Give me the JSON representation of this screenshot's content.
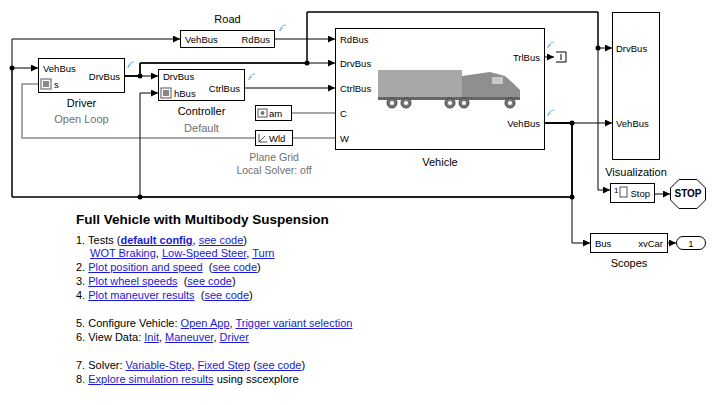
{
  "diagram": {
    "title": "Full Vehicle with Multibody Suspension",
    "nodes": [
      {
        "text": [
          "Road",
          "VehBus",
          "RdBus"
        ]
      },
      {
        "text": [
          "VehBus",
          "s",
          "DrvBus",
          "Driver",
          "Open Loop"
        ]
      },
      {
        "text": [
          "DrvBus",
          "hBus",
          "CtrlBus",
          "Controller",
          "Default"
        ]
      },
      {
        "text": [
          "am"
        ]
      },
      {
        "text": [
          "Wld",
          "Plane Grid",
          "Local Solver: off"
        ]
      },
      {
        "text": [
          "RdBus",
          "DrvBus",
          "CtrlBus",
          "C",
          "W",
          "TrlBus",
          "VehBus",
          "Vehicle"
        ]
      },
      {
        "text": [
          "DrvBus",
          "VehBus",
          "Visualization"
        ]
      },
      {
        "text": [
          "1",
          "Stop"
        ]
      },
      {
        "text": [
          "STOP"
        ]
      },
      {
        "text": [
          "Bus",
          "xvCar",
          "Scopes"
        ]
      },
      {
        "text": [
          "1"
        ]
      }
    ],
    "edges": [
      {
        "from": 1,
        "to": 2,
        "arrow": "to"
      },
      {
        "from": 1,
        "to": 5,
        "arrow": "to"
      },
      {
        "from": 1,
        "to": 6,
        "arrow": "to"
      },
      {
        "from": 1,
        "to": 7,
        "arrow": "to"
      },
      {
        "from": 0,
        "to": 5,
        "arrow": "to"
      },
      {
        "from": 2,
        "to": 5,
        "arrow": "to"
      },
      {
        "from": 3,
        "to": 5,
        "arrow": "none"
      },
      {
        "from": 4,
        "to": 5,
        "arrow": "none"
      },
      {
        "from": 4,
        "to": 1,
        "arrow": "none"
      },
      {
        "from": 5,
        "to": 6,
        "arrow": "to"
      },
      {
        "from": 5,
        "to": 9,
        "arrow": "to"
      },
      {
        "from": 5,
        "to": 0,
        "arrow": "to"
      },
      {
        "from": 5,
        "to": 1,
        "arrow": "to"
      },
      {
        "from": 5,
        "to": 2,
        "arrow": "to"
      },
      {
        "from": 7,
        "to": 8,
        "arrow": "to"
      },
      {
        "from": 9,
        "to": 10,
        "arrow": "to"
      }
    ],
    "labels": [
      "1. Tests (",
      "default config",
      ", ",
      "see code",
      ")",
      "WOT Braking",
      ", ",
      "Low-Speed Steer",
      ", ",
      "Turn",
      "2. ",
      "Plot position and speed",
      "  (",
      "see code",
      ")",
      "3. ",
      "Plot wheel speeds",
      "  (",
      "see code",
      ")",
      "4. ",
      "Plot maneuver results",
      "  (",
      "see code",
      ")",
      "5. Configure Vehicle: ",
      "Open App",
      ", ",
      "Trigger variant selection",
      "6. View Data: ",
      "Init",
      ", ",
      "Maneuver",
      ", ",
      "Driver",
      "7. Solver: ",
      "Variable-Step",
      ", ",
      "Fixed Step",
      " (",
      "see code",
      ")",
      "8. ",
      "Explore simulation results",
      " using sscexplore"
    ]
  }
}
